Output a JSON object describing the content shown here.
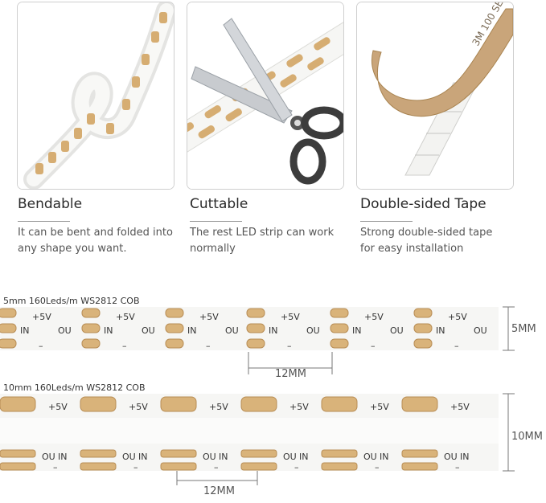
{
  "features": [
    {
      "title": "Bendable",
      "desc_line1": "It can be bent and folded into",
      "desc_line2": "any shape you want."
    },
    {
      "title": "Cuttable",
      "desc_line1": "The rest LED strip can work",
      "desc_line2": "normally"
    },
    {
      "title": "Double-sided Tape",
      "desc_line1": "Strong double-sided tape",
      "desc_line2": "for easy installation"
    }
  ],
  "tape_text": "3M 100 SE",
  "strip1": {
    "label": "5mm 160Leds/m WS2812 COB",
    "width_text": "5MM",
    "pitch_text": "12MM",
    "pad_plus": "+5V",
    "pad_in": "IN",
    "pad_out": "OU",
    "pad_gnd": "–"
  },
  "strip2": {
    "label": "10mm 160Leds/m WS2812 COB",
    "width_text": "10MM",
    "pitch_text": "12MM",
    "pad_plus": "+5V",
    "pad_in": "IN",
    "pad_out": "OU",
    "pad_gnd": "–"
  },
  "colors": {
    "pad": "#d9b37a",
    "pad_dark": "#b88d55",
    "strip": "#f6f6f4",
    "tape": "#c9a57a"
  }
}
